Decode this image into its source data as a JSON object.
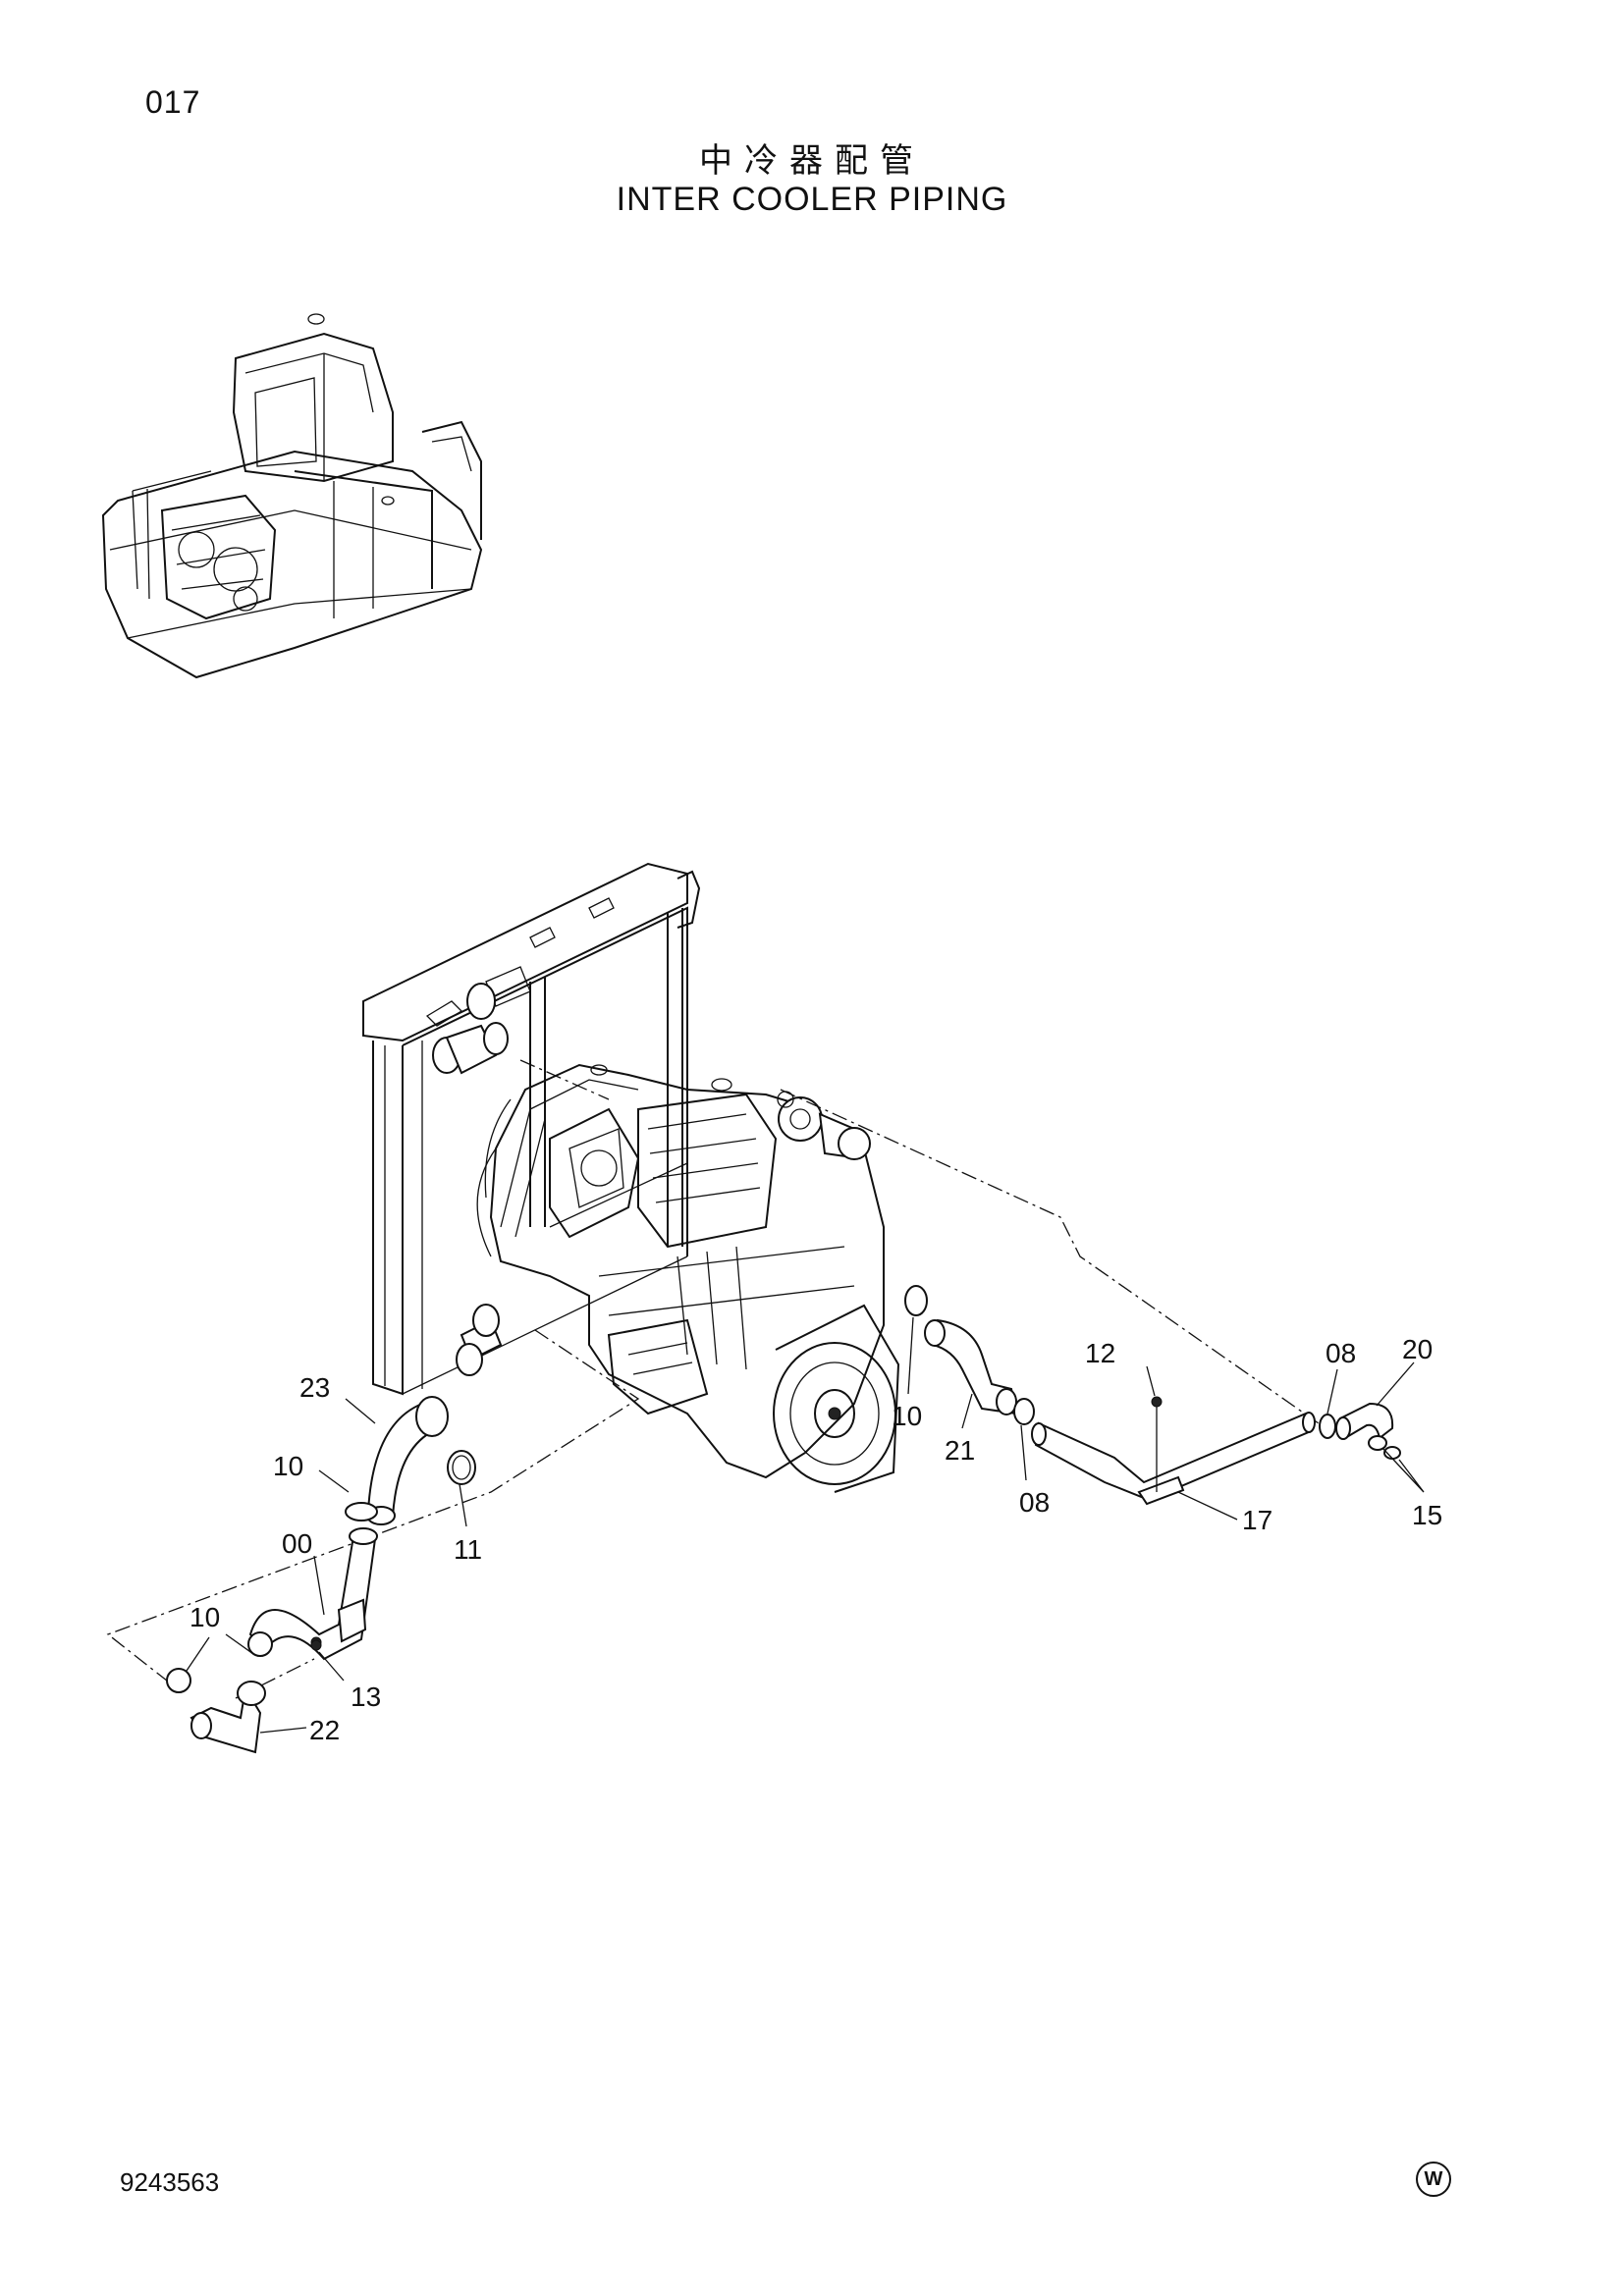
{
  "header": {
    "page_number": "017",
    "title_cn": "中冷器配管",
    "title_en": "INTER COOLER PIPING"
  },
  "footer": {
    "drawing_number": "9243563",
    "mark": "W"
  },
  "callouts": [
    {
      "id": "c23",
      "label": "23"
    },
    {
      "id": "c10a",
      "label": "10"
    },
    {
      "id": "c00",
      "label": "00"
    },
    {
      "id": "c10b",
      "label": "10"
    },
    {
      "id": "c13",
      "label": "13"
    },
    {
      "id": "c22",
      "label": "22"
    },
    {
      "id": "c11",
      "label": "11"
    },
    {
      "id": "c10c",
      "label": "10"
    },
    {
      "id": "c21",
      "label": "21"
    },
    {
      "id": "c08a",
      "label": "08"
    },
    {
      "id": "c12",
      "label": "12"
    },
    {
      "id": "c17",
      "label": "17"
    },
    {
      "id": "c08b",
      "label": "08"
    },
    {
      "id": "c20",
      "label": "20"
    },
    {
      "id": "c15",
      "label": "15"
    }
  ]
}
